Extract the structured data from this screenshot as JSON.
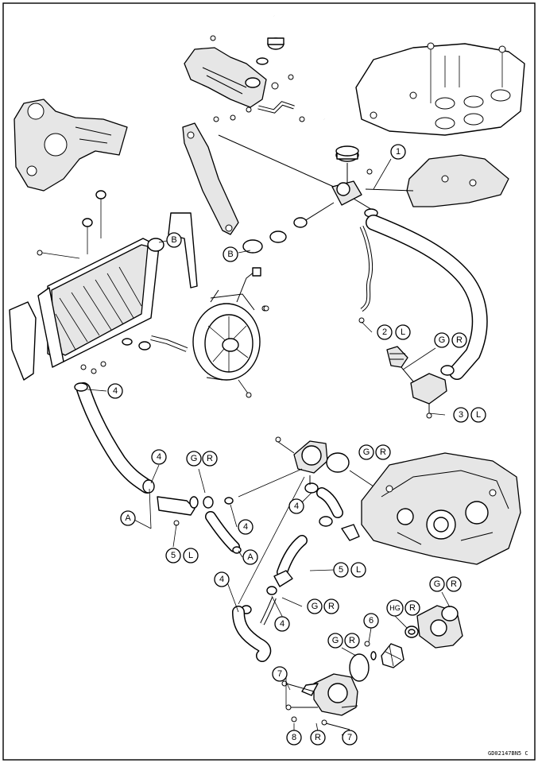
{
  "diagram_code": "GD02147BN5 C",
  "callouts": [
    {
      "id": "c1",
      "text": "1"
    },
    {
      "id": "c2",
      "text": "2"
    },
    {
      "id": "c2L",
      "text": "L"
    },
    {
      "id": "cGR1a",
      "text": "G"
    },
    {
      "id": "cGR1b",
      "text": "R"
    },
    {
      "id": "c3",
      "text": "3"
    },
    {
      "id": "c3L",
      "text": "L"
    },
    {
      "id": "cB1",
      "text": "B"
    },
    {
      "id": "cB2",
      "text": "B"
    },
    {
      "id": "c4a",
      "text": "4"
    },
    {
      "id": "c4b",
      "text": "4"
    },
    {
      "id": "cGR2a",
      "text": "G"
    },
    {
      "id": "cGR2b",
      "text": "R"
    },
    {
      "id": "cGR3a",
      "text": "G"
    },
    {
      "id": "cGR3b",
      "text": "R"
    },
    {
      "id": "cA1",
      "text": "A"
    },
    {
      "id": "c5a",
      "text": "5"
    },
    {
      "id": "c5aL",
      "text": "L"
    },
    {
      "id": "c4c",
      "text": "4"
    },
    {
      "id": "c4d",
      "text": "4"
    },
    {
      "id": "cA2",
      "text": "A"
    },
    {
      "id": "c4e",
      "text": "4"
    },
    {
      "id": "c5b",
      "text": "5"
    },
    {
      "id": "c5bL",
      "text": "L"
    },
    {
      "id": "c4f",
      "text": "4"
    },
    {
      "id": "cGR4a",
      "text": "G"
    },
    {
      "id": "cGR4b",
      "text": "R"
    },
    {
      "id": "cGR5a",
      "text": "G"
    },
    {
      "id": "cGR5b",
      "text": "R"
    },
    {
      "id": "c6",
      "text": "6"
    },
    {
      "id": "cHGa",
      "text": "HG"
    },
    {
      "id": "cHGb",
      "text": "R"
    },
    {
      "id": "cGR6a",
      "text": "G"
    },
    {
      "id": "cGR6b",
      "text": "R"
    },
    {
      "id": "c7a",
      "text": "7"
    },
    {
      "id": "c7b",
      "text": "7"
    },
    {
      "id": "c8",
      "text": "8"
    },
    {
      "id": "cR",
      "text": "R"
    }
  ]
}
